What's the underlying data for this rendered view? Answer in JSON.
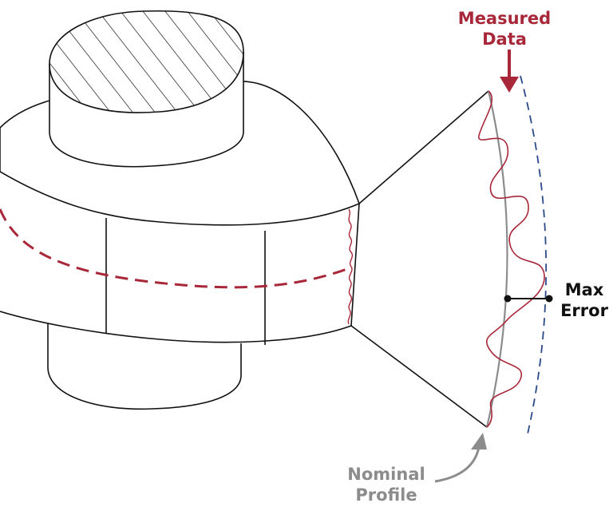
{
  "labels": {
    "measured_line1": "Measured",
    "measured_line2": "Data",
    "max_error_line1": "Max",
    "max_error_line2": "Error",
    "nominal_line1": "Nominal",
    "nominal_line2": "Profile"
  },
  "colors": {
    "measured": "#a8283a",
    "nominal": "#8c8c8c",
    "tolerance": "#2b4a8a",
    "outline": "#111111"
  }
}
